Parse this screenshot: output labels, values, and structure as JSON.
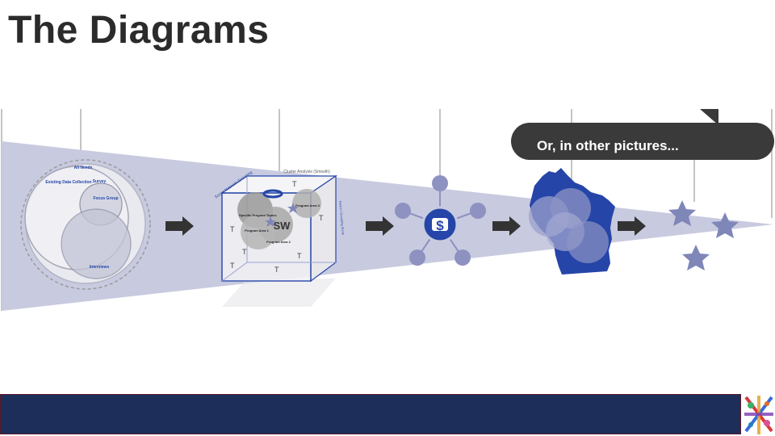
{
  "slide": {
    "title": "The Diagrams"
  },
  "venn": {
    "outer_label": "All Needs",
    "circles": [
      "Existing Data Collection",
      "Survey",
      "Focus Group",
      "Interviews"
    ]
  },
  "cube": {
    "top_label": "Cluster Analysis (Smooth)",
    "left_label": "Social Network Grouping",
    "right_label": "Factor / Grouping Score",
    "center_label": "SW",
    "area_1": "Specific Program Topics",
    "area_2": "Program Area 1",
    "area_3": "Program Area 2",
    "area_4": "Program Area 3"
  },
  "callout": {
    "text": "Or, in other pictures..."
  },
  "colors": {
    "band": "#c8cadf",
    "navy": "#1e2e5a",
    "blue": "#2645a8",
    "star": "#7f86b8",
    "node": "#8e92c0",
    "arrow": "#333333",
    "callout": "#3a3a3a"
  }
}
